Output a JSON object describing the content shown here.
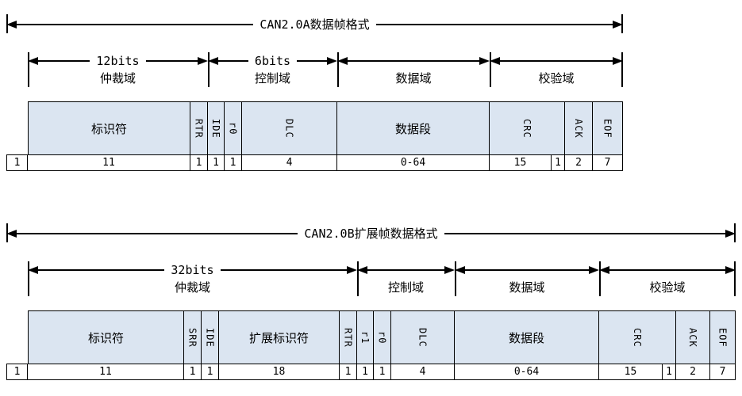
{
  "colors": {
    "cell_fill": "#dbe5f1",
    "line": "#000000",
    "background": "#ffffff"
  },
  "diagram_a": {
    "title": "CAN2.0A数据帧格式",
    "measures": [
      {
        "bits": "12bits",
        "label": "仲裁域"
      },
      {
        "bits": "6bits",
        "label": "控制域"
      },
      {
        "bits": "",
        "label": "数据域"
      },
      {
        "bits": "",
        "label": "校验域"
      }
    ],
    "fields": [
      {
        "label": "标识符"
      },
      {
        "label": "RTR"
      },
      {
        "label": "IDE"
      },
      {
        "label": "r0"
      },
      {
        "label": "DLC"
      },
      {
        "label": "数据段"
      },
      {
        "label": "CRC"
      },
      {
        "label": "ACK"
      },
      {
        "label": "EOF"
      }
    ],
    "bits": [
      "1",
      "11",
      "1",
      "1",
      "1",
      "4",
      "0-64",
      "15",
      "1",
      "2",
      "7"
    ]
  },
  "diagram_b": {
    "title": "CAN2.0B扩展帧数据格式",
    "measures": [
      {
        "bits": "32bits",
        "label": "仲裁域"
      },
      {
        "bits": "",
        "label": "控制域"
      },
      {
        "bits": "",
        "label": "数据域"
      },
      {
        "bits": "",
        "label": "校验域"
      }
    ],
    "fields": [
      {
        "label": "标识符"
      },
      {
        "label": "SRR"
      },
      {
        "label": "IDE"
      },
      {
        "label": "扩展标识符"
      },
      {
        "label": "RTR"
      },
      {
        "label": "r1"
      },
      {
        "label": "r0"
      },
      {
        "label": "DLC"
      },
      {
        "label": "数据段"
      },
      {
        "label": "CRC"
      },
      {
        "label": "ACK"
      },
      {
        "label": "EOF"
      }
    ],
    "bits": [
      "1",
      "11",
      "1",
      "1",
      "18",
      "1",
      "1",
      "1",
      "4",
      "0-64",
      "15",
      "1",
      "2",
      "7"
    ]
  }
}
